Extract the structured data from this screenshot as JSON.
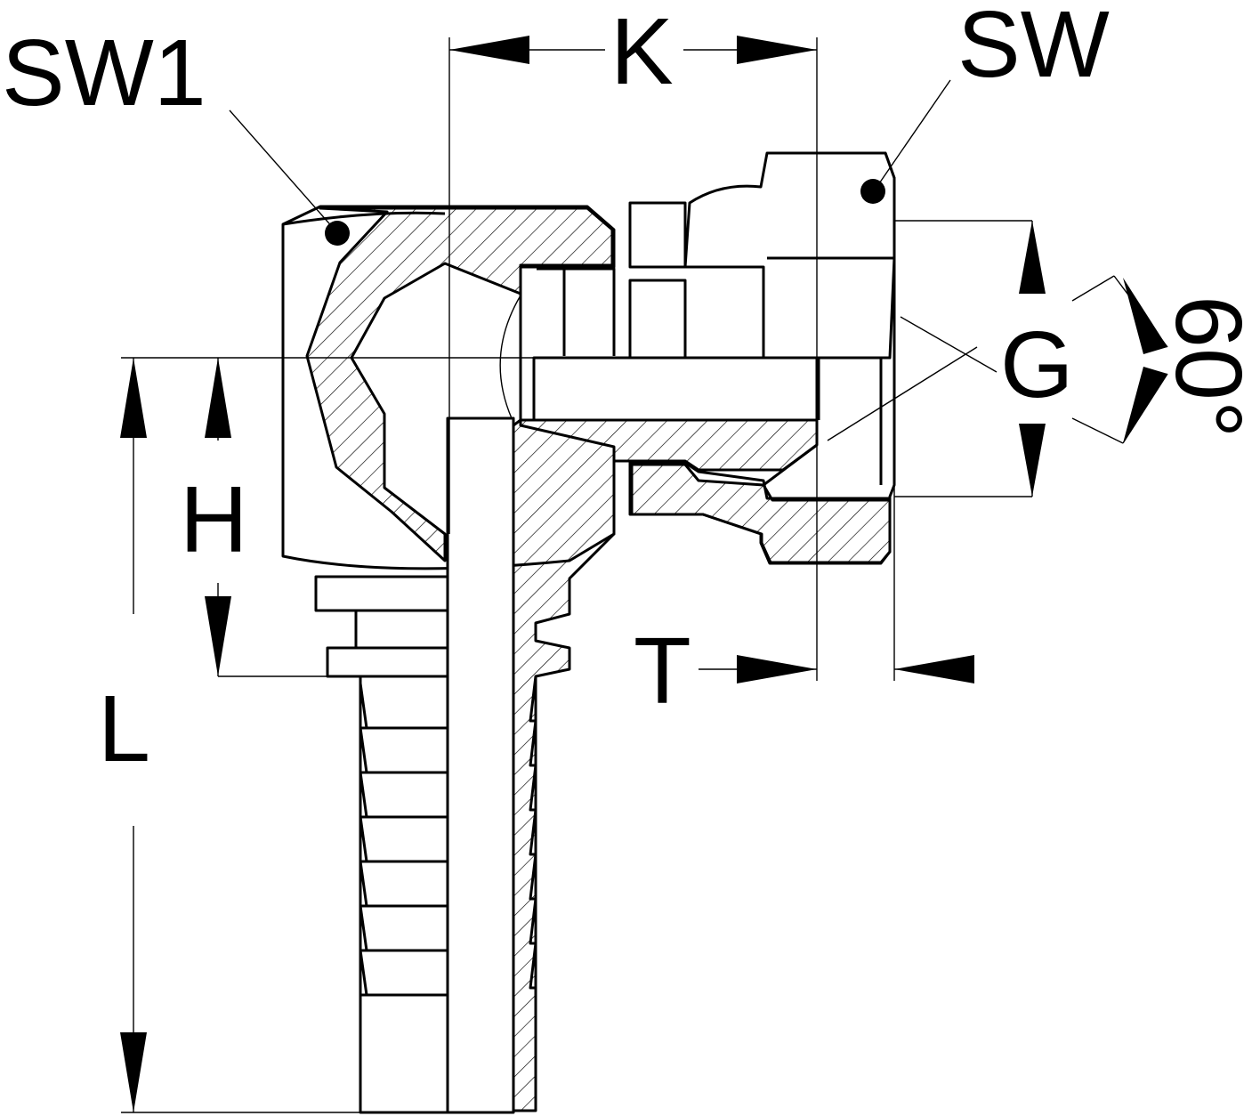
{
  "colors": {
    "line": "#000000",
    "background": "#ffffff"
  },
  "labels": {
    "sw1": "SW1",
    "sw": "SW",
    "k": "K",
    "g": "G",
    "angle": "60°",
    "h": "H",
    "l": "L",
    "t": "T"
  }
}
